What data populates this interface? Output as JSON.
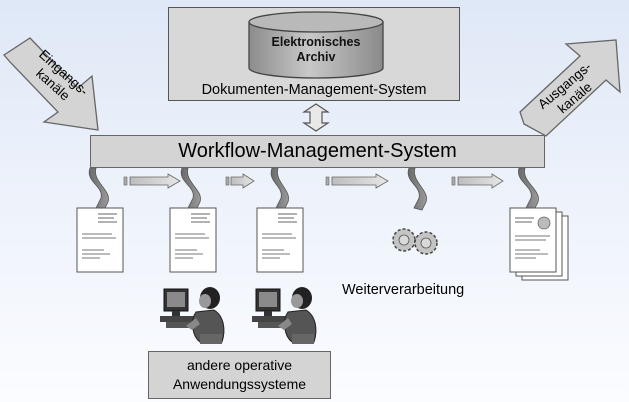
{
  "archive": {
    "line1": "Elektronisches",
    "line2": "Archiv"
  },
  "dms_label": "Dokumenten-Management-System",
  "wms_label": "Workflow-Management-System",
  "input_channels": {
    "line1": "Eingangs-",
    "line2": "kanäle"
  },
  "output_channels": {
    "line1": "Ausgangs-",
    "line2": "kanäle"
  },
  "further_processing": "Weiterverarbeitung",
  "other_systems": {
    "line1": "andere operative",
    "line2": "Anwendungssysteme"
  }
}
